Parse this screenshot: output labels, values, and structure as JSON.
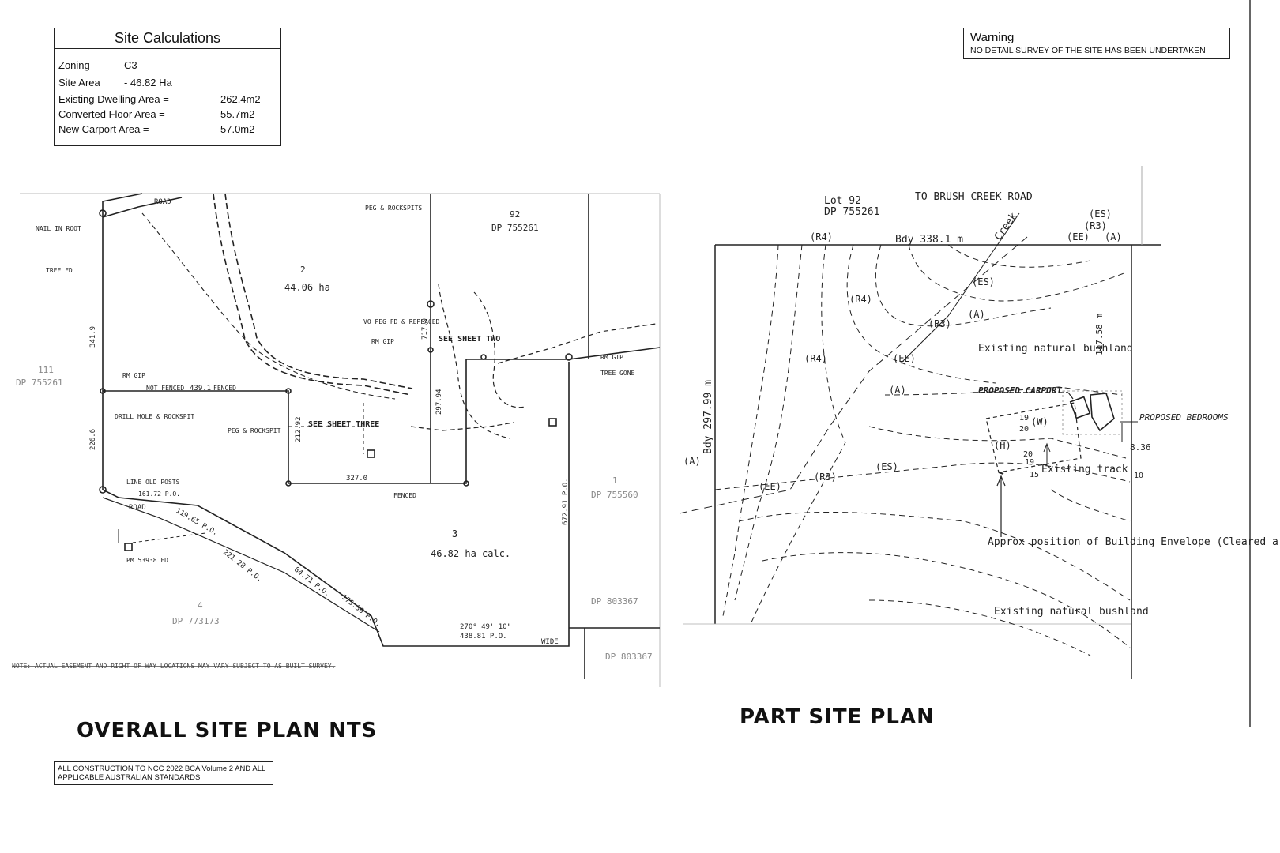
{
  "site_calculations": {
    "title": "Site Calculations",
    "zoning_label": "Zoning",
    "zoning_value": "C3",
    "site_area_label": "Site Area",
    "site_area_value": "- 46.82 Ha",
    "existing_dwelling_label": "Existing Dwelling Area =",
    "existing_dwelling_value": "262.4m2",
    "converted_floor_label": "Converted Floor Area =",
    "converted_floor_value": "55.7m2",
    "new_carport_label": "New Carport Area =",
    "new_carport_value": "57.0m2"
  },
  "warning": {
    "title": "Warning",
    "text": "NO DETAIL SURVEY OF THE SITE HAS BEEN UNDERTAKEN"
  },
  "overall_plan": {
    "title": "OVERALL SITE PLAN   NTS",
    "lot2_number": "2",
    "lot2_area": "44.06 ha",
    "lot3_number": "3",
    "lot3_area": "46.82 ha calc.",
    "lot92_number": "92",
    "lot92_dp": "DP 755261",
    "dp_left": "DP 755261",
    "dp_right1": "DP 755560",
    "dp_right2": "DP 803367",
    "dp_right3": "DP 803367",
    "dp_bottom": "DP 773173",
    "lot_111": "111",
    "lot_1": "1",
    "lot_4": "4",
    "see_sheet_three": "SEE SHEET THREE",
    "see_sheet_two": "SEE SHEET TWO",
    "road_top": "ROAD",
    "road_left": "ROAD",
    "wide": "WIDE",
    "nail_in_root": "NAIL IN ROOT",
    "tree_fd": "TREE FD",
    "peg_rockspits": "PEG & ROCKSPITS",
    "peg_rockspit": "PEG & ROCKSPIT",
    "drill_hole": "DRILL HOLE & ROCKSPIT",
    "vo_peg": "VO PEG FD & REPLACED",
    "rm_gip": "RM GIP",
    "tree_gone": "TREE GONE",
    "pm_fd": "PM 53938 FD",
    "line_old_posts": "LINE OLD POSTS",
    "fenced": "FENCED",
    "not_fenced": "NOT FENCED",
    "brg_1": "439.1",
    "brg_2": "327.0",
    "brg_3": "672.91 P.O.",
    "brg_4": "270° 49' 10\"",
    "brg_5": "438.81 P.O.",
    "brg_6": "221.28 P.O.",
    "brg_7": "175.36 P.O.",
    "brg_8": "84.71 P.O.",
    "brg_9": "119.65 P.O.",
    "brg_10": "161.72 P.O.",
    "brg_11": "341.9",
    "brg_12": "226.6",
    "brg_13": "717.9",
    "brg_14": "297.94",
    "brg_15": "212.92",
    "note": "NOTE: ACTUAL EASEMENT AND RIGHT OF WAY LOCATIONS MAY VARY SUBJECT TO AS BUILT SURVEY."
  },
  "part_plan": {
    "title": "PART SITE PLAN",
    "lot": "Lot 92",
    "dp": "DP 755261",
    "to_road": "TO BRUSH CREEK ROAD",
    "bdy_top": "Bdy 338.1 m",
    "bdy_left": "Bdy 297.99 m",
    "bdy_right": "117.58 m",
    "creek": "Creek",
    "existing_bushland_1": "Existing natural bushland",
    "existing_bushland_2": "Existing natural bushland",
    "proposed_carport": "PROPOSED CARPORT",
    "proposed_bedrooms": "PROPOSED BEDROOMS",
    "dim_836": "8.36",
    "existing_track": "Existing track",
    "approx_position": "Approx position of Building Envelope (Cleared area)",
    "r3": "(R3)",
    "r4": "(R4)",
    "es": "(ES)",
    "ee": "(EE)",
    "a": "(A)",
    "h": "(H)",
    "w": "(W)",
    "c20": "20",
    "c19": "19",
    "c15": "15",
    "c10": "10"
  },
  "ncc_note": "ALL CONSTRUCTION TO NCC 2022 BCA Volume 2 AND ALL APPLICABLE AUSTRALIAN STANDARDS"
}
